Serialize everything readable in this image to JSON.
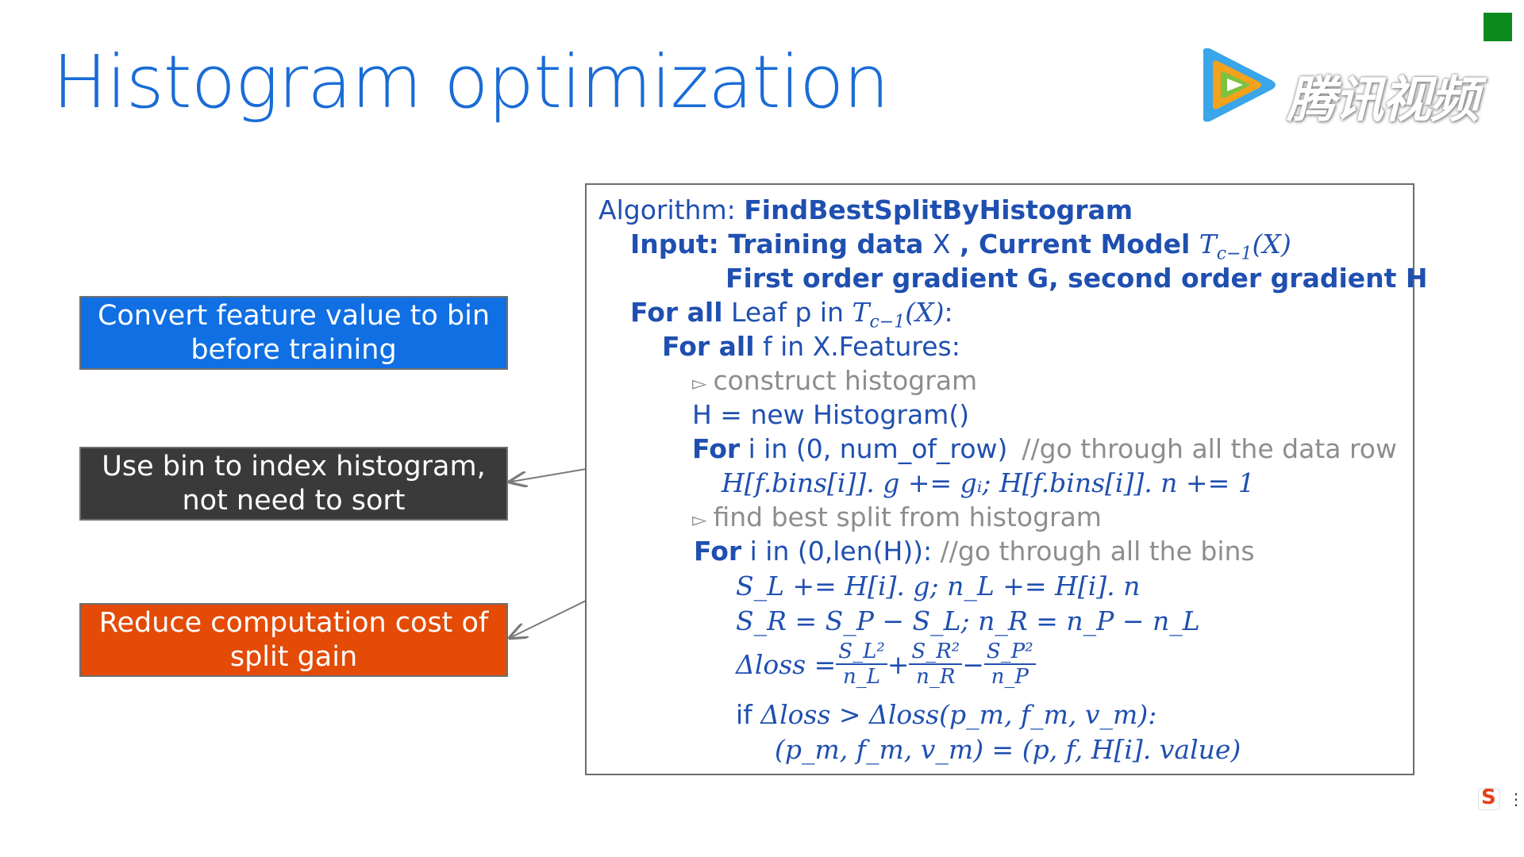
{
  "slide": {
    "title": "Histogram optimization",
    "logo_text": "腾讯视频",
    "colors": {
      "title": "#1a6cd6",
      "code_blue": "#1f4fb0",
      "comment_gray": "#8d8d8d",
      "box_blue": "#0f6fe3",
      "box_dark": "#3a3a3a",
      "box_orange": "#e34b07",
      "corner_green": "#0b8a1d"
    }
  },
  "callouts": [
    {
      "text": "Convert feature value to bin before training"
    },
    {
      "text": "Use bin to index histogram, not need to sort"
    },
    {
      "text": "Reduce computation cost of split gain"
    }
  ],
  "algorithm": {
    "label": "Algorithm: ",
    "name": "FindBestSplitByHistogram",
    "input_kw": "Input: Training data ",
    "input_x": "X",
    "input_comma": " , Current Model ",
    "model": "T",
    "model_sub": "c−1",
    "model_arg": "(X)",
    "gradients": "First order gradient G, second order gradient H",
    "for_all": "For all",
    "leaf_text": " Leaf p in ",
    "leaf_colon": ":",
    "features_text": " f in X.Features:",
    "comment_construct": "construct histogram",
    "new_hist": "H = new Histogram()",
    "for_kw": "For",
    "loop_rows": " i in (0, num_of_row)",
    "comment_rows": "//go through all the data row",
    "update_line": "H[f.bins[i]]. g += gᵢ; H[f.bins[i]]. n += 1",
    "comment_find": "find best split from histogram",
    "loop_bins": " i in (0,len(H)): ",
    "comment_bins": "//go through all the bins",
    "sl_line": "S_L += H[i]. g; n_L += H[i]. n",
    "sr_line": "S_R = S_P − S_L; n_R = n_P − n_L",
    "dloss_lhs": "Δloss = ",
    "frac1_num": "S_L²",
    "frac1_den": "n_L",
    "frac2_num": "S_R²",
    "frac2_den": "n_R",
    "frac3_num": "S_P²",
    "frac3_den": "n_P",
    "plus": " + ",
    "minus": " − ",
    "if_kw": "if ",
    "if_cond": "Δloss > Δloss(p_m, f_m, v_m):",
    "assign_line": "(p_m, f_m, v_m) = (p, f, H[i]. value)"
  },
  "icons": {
    "triangle": "▻",
    "sogou": "S",
    "sogou_menu": "⋮"
  }
}
